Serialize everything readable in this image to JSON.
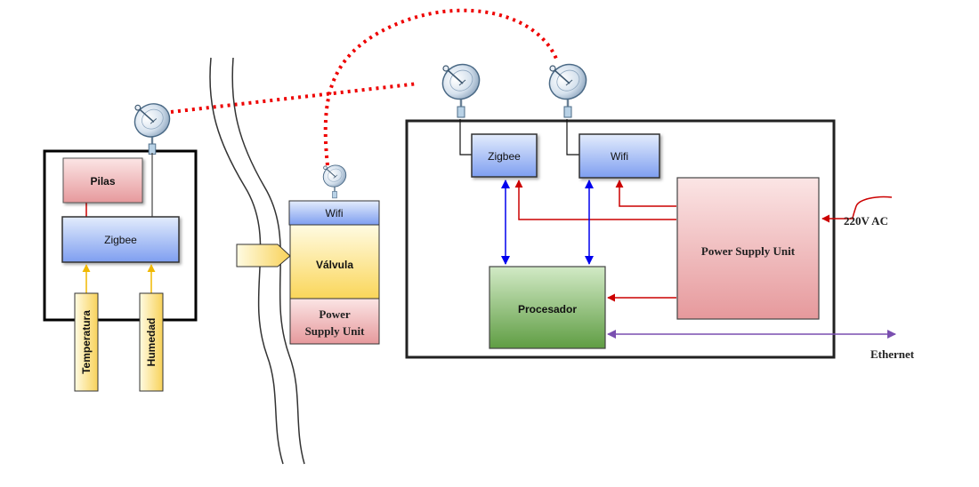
{
  "sensor_node": {
    "battery_label": "Pilas",
    "zigbee_label": "Zigbee",
    "sensors": [
      "Temperatura",
      "Humedad"
    ]
  },
  "valve_node": {
    "wifi_label": "Wifi",
    "valve_label": "Válvula",
    "psu_line1": "Power",
    "psu_line2": "Supply Unit"
  },
  "gateway": {
    "zigbee_label": "Zigbee",
    "wifi_label": "Wifi",
    "psu_label": "Power Supply Unit",
    "processor_label": "Procesador"
  },
  "external": {
    "ac_label": "220V AC",
    "ethernet_label": "Ethernet"
  },
  "colors": {
    "pink_top": "#fbe3e3",
    "pink_bottom": "#e6999c",
    "blue_top": "#dfe9fb",
    "blue_bottom": "#7e9ef0",
    "yellow_top": "#fffbe0",
    "yellow_bottom": "#fad65a",
    "green_top": "#cfe8c2",
    "green_bottom": "#5f9d43",
    "power_line": "#cc0000",
    "data_line": "#0000ee",
    "ethernet_line": "#7a4fb0",
    "sensor_arrow": "#f0b800",
    "wireless_link": "#ee0000"
  }
}
